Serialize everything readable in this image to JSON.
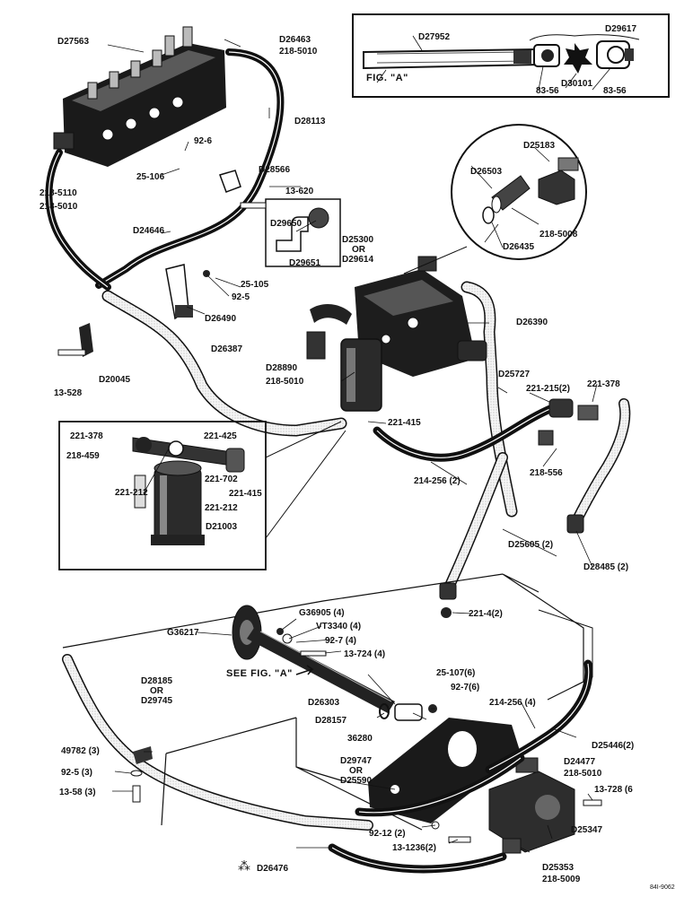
{
  "labels": {
    "d27563": "D27563",
    "d26463": "D26463",
    "p2185010a": "218-5010",
    "d28113": "D28113",
    "p926": "92-6",
    "p25106": "25-106",
    "d28566": "D28566",
    "p13620": "13-620",
    "p2185110": "218-5110",
    "p2185010b": "218-5010",
    "d29650": "D29650",
    "d29651": "D29651",
    "d24646": "D24646",
    "d25300": "D25300",
    "or1": "OR",
    "d29614": "D29614",
    "p25105": "25-105",
    "p925a": "92-5",
    "d26490": "D26490",
    "d26390": "D26390",
    "d26387": "D26387",
    "d20045": "D20045",
    "p13528": "13-528",
    "d28890": "D28890",
    "p2185010c": "218-5010",
    "d25727": "D25727",
    "p221215": "221-215(2)",
    "p221378a": "221-378",
    "p221415a": "221-415",
    "p218556": "218-556",
    "p2142562": "214-256 (2)",
    "d25605": "D25605 (2)",
    "d28485": "D28485 (2)",
    "p2214": "221-4(2)",
    "d25183": "D25183",
    "d26503": "D26503",
    "p2185008": "218-5008",
    "d26435": "D26435",
    "d27952": "D27952",
    "d29617": "D29617",
    "figa": "FIG. \"A\"",
    "p8356a": "83-56",
    "d30101": "D30101",
    "p8356b": "83-56",
    "p221378b": "221-378",
    "p221425": "221-425",
    "p218459": "218-459",
    "p221702": "221-702",
    "p221415b": "221-415",
    "p221212a": "221-212",
    "p221212b": "221-212",
    "d21003": "D21003",
    "g36905": "G36905 (4)",
    "g36217": "G36217",
    "vt3340": "VT3340 (4)",
    "p927a": "92-7 (4)",
    "p13724": "13-724 (4)",
    "seefig": "SEE  FIG. \"A\"",
    "d28185": "D28185",
    "or2": "OR",
    "d29745": "D29745",
    "d26303": "D26303",
    "p25107": "25-107(6)",
    "p927b": "92-7(6)",
    "p2142564": "214-256 (4)",
    "d28157": "D28157",
    "p36280": "36280",
    "d25446": "D25446(2)",
    "p49782": "49782 (3)",
    "p925b": "92-5 (3)",
    "p1358": "13-58 (3)",
    "d29747": "D29747",
    "or3": "OR",
    "d25590": "D25590",
    "d24477": "D24477",
    "p2185010d": "218-5010",
    "p13728": "13-728 (6",
    "p9212": "92-12 (2)",
    "p131236": "13-1236(2)",
    "d25347": "D25347",
    "d26476": "D26476",
    "d25353": "D25353",
    "p2185009": "218-5009",
    "code": "84I-9062"
  }
}
